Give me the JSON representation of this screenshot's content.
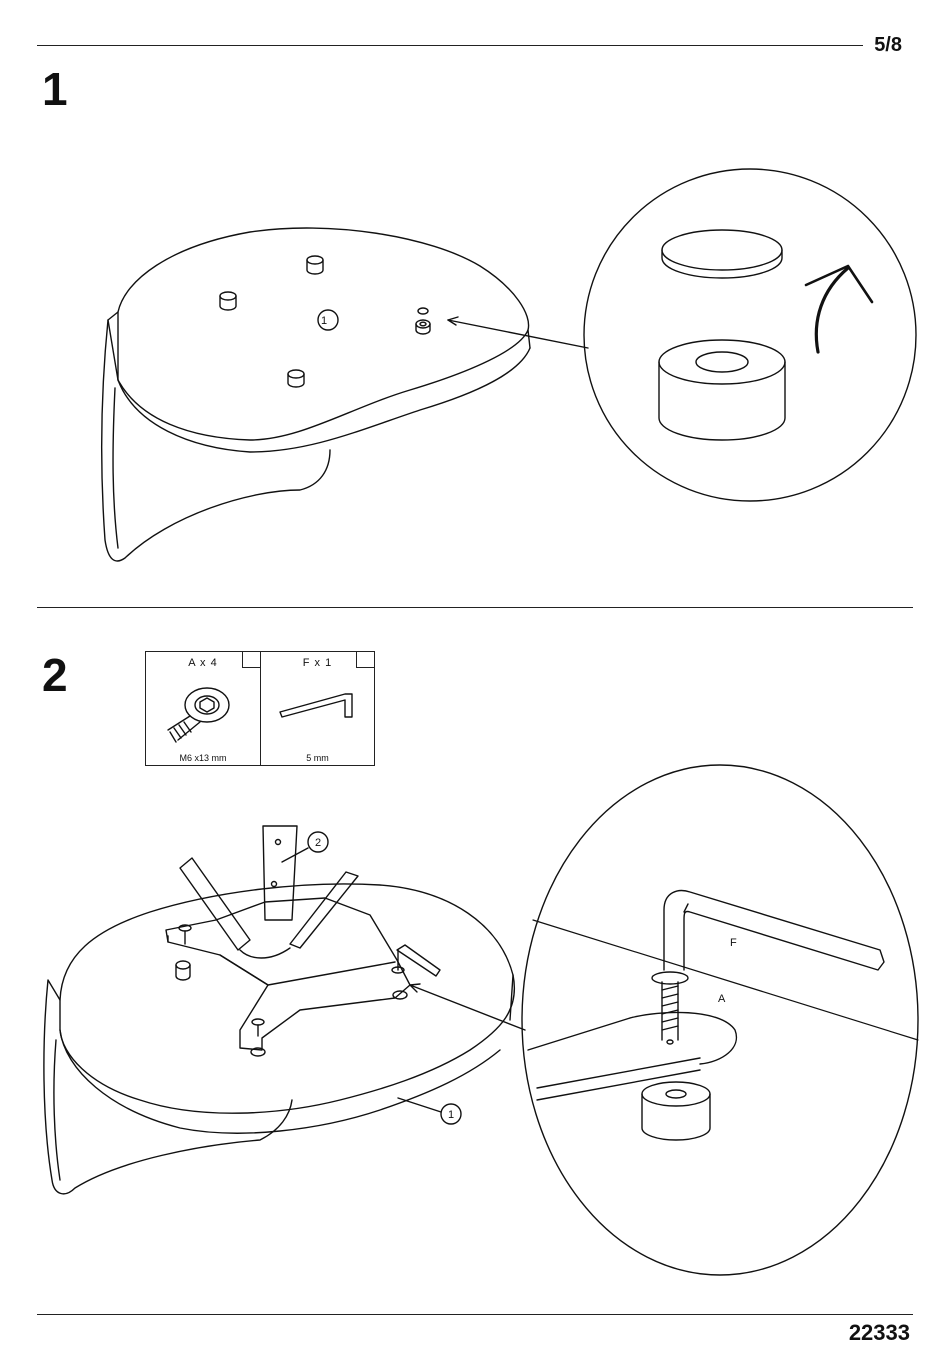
{
  "header": {
    "page_number": "5/8"
  },
  "steps": [
    {
      "number": "1",
      "callout_part": "1"
    },
    {
      "number": "2",
      "callout_part_bracket": "2",
      "callout_part_base": "1"
    }
  ],
  "parts": [
    {
      "quantity": "A x 4",
      "size": "M6 x13 mm",
      "icon": "screw-icon"
    },
    {
      "quantity": "F x 1",
      "size": "5 mm",
      "icon": "hex-key-icon"
    }
  ],
  "detail_labels": {
    "key": "F",
    "screw": "A"
  },
  "footer": {
    "document_number": "22333"
  }
}
